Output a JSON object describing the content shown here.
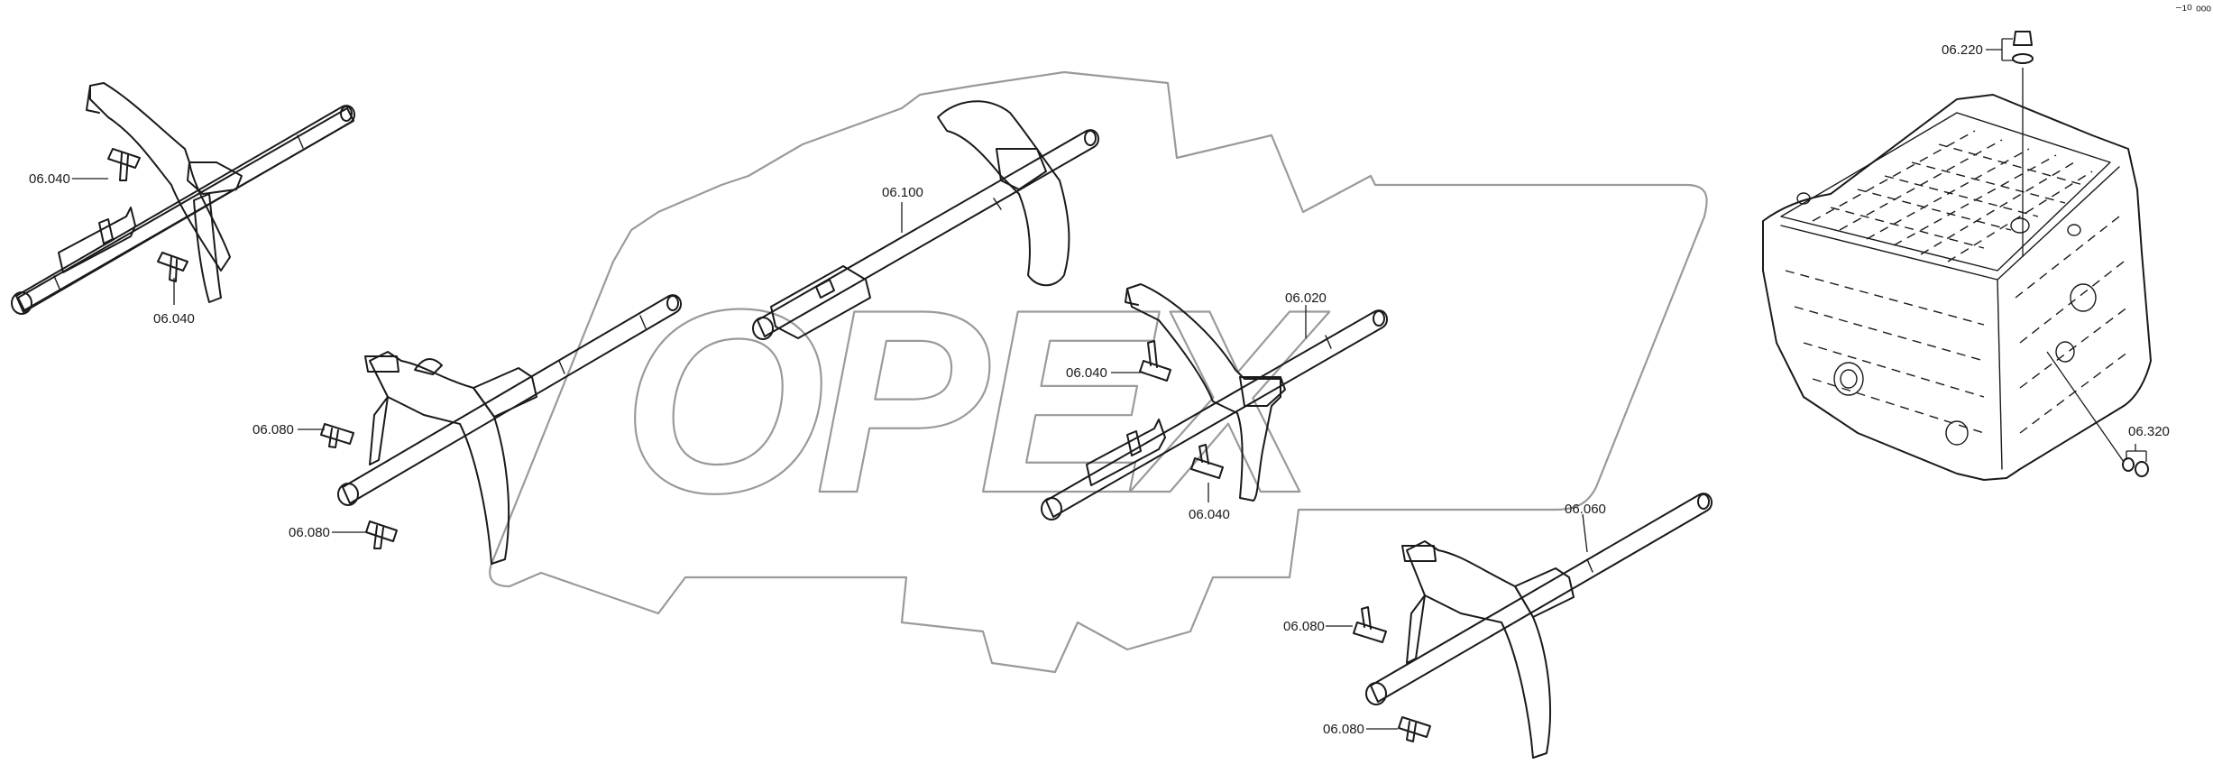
{
  "diagram": {
    "watermark": "OPEX",
    "corner_mark": "⁻¹⁰ ᵒᵒᵒ",
    "callouts": {
      "c1": "06.040",
      "c2": "06.040",
      "c3": "06.080",
      "c4": "06.080",
      "c5": "06.100",
      "c6": "06.020",
      "c7": "06.040",
      "c8": "06.040",
      "c9": "06.060",
      "c10": "06.080",
      "c11": "06.080",
      "c12": "06.220",
      "c13": "06.320"
    }
  }
}
